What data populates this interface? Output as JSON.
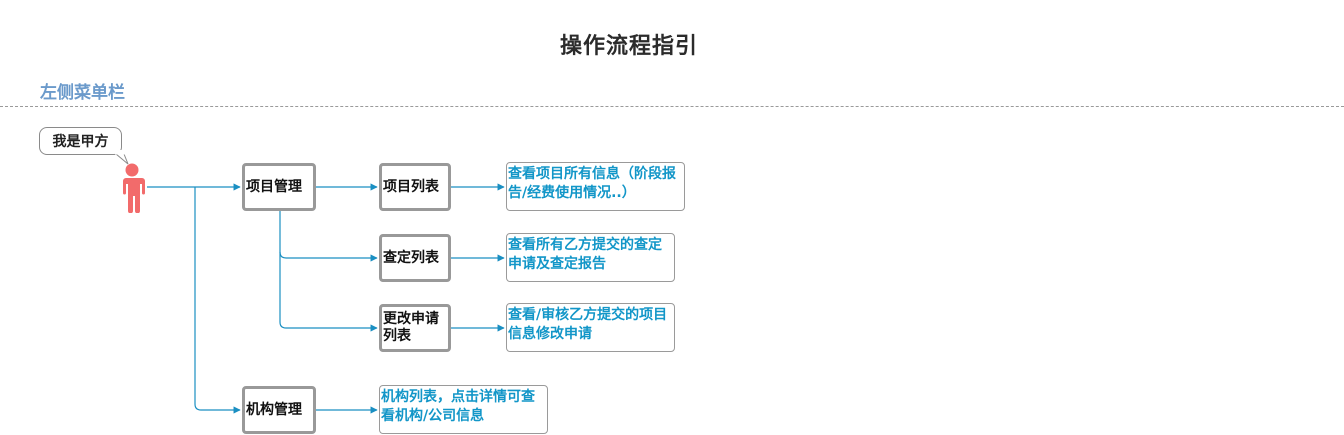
{
  "title": "操作流程指引",
  "section": "左侧菜单栏",
  "role_bubble": "我是甲方",
  "menu": {
    "project_mgmt": "项目管理",
    "org_mgmt": "机构管理"
  },
  "submenu": {
    "project_list": "项目列表",
    "review_list": "查定列表",
    "change_list": "更改申请列表"
  },
  "descriptions": {
    "project_list": "查看项目所有信息（阶段报告/经费使用情况..）",
    "review_list": "查看所有乙方提交的查定申请及查定报告",
    "change_list": "查看/审核乙方提交的项目信息修改申请",
    "org_list": "机构列表，点击详情可查看机构/公司信息"
  },
  "colors": {
    "person": "#f26b6b",
    "connector": "#1a8fc2",
    "description_text": "#1296c8",
    "section_title": "#6b9acb"
  }
}
